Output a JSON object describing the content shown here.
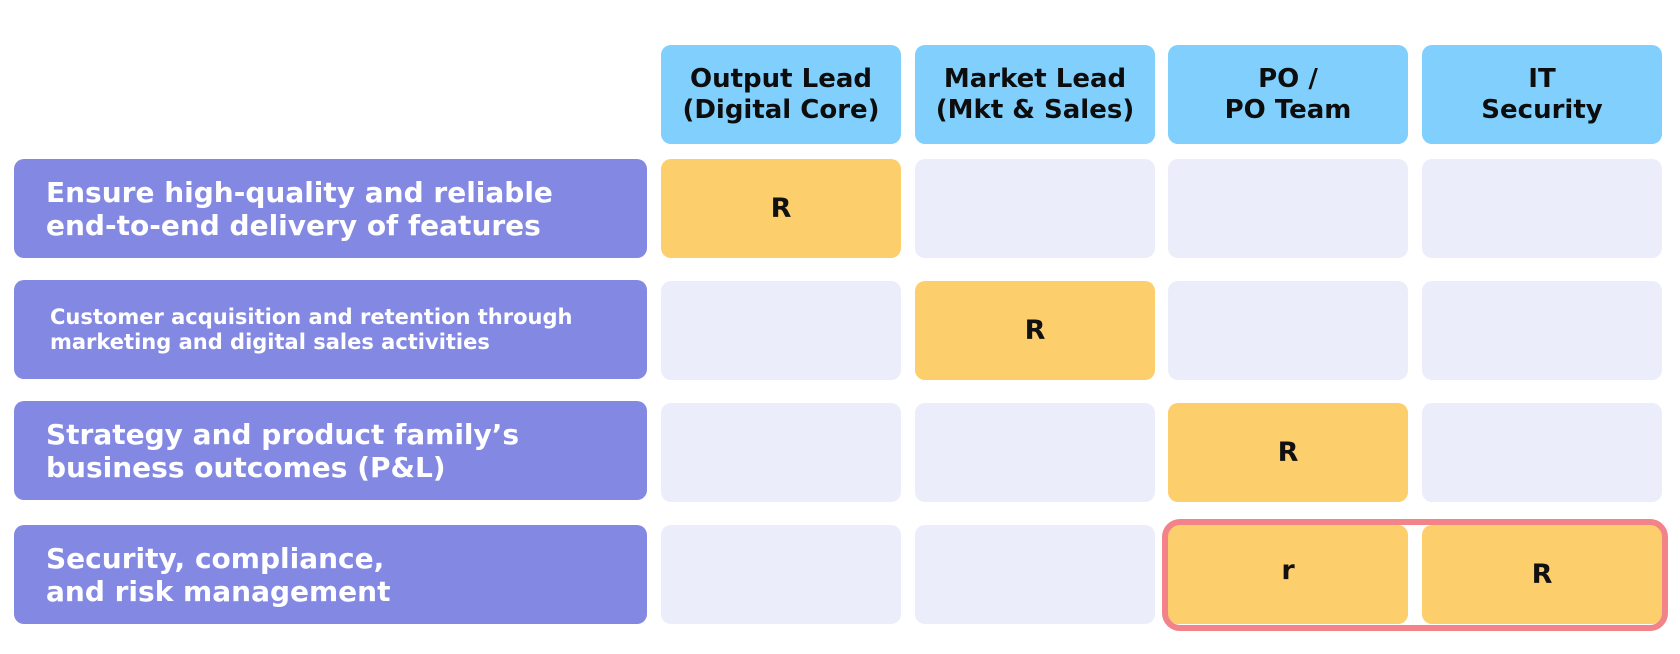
{
  "columns": [
    {
      "id": "output-lead",
      "label": "Output Lead\n(Digital Core)"
    },
    {
      "id": "market-lead",
      "label": "Market Lead\n(Mkt & Sales)"
    },
    {
      "id": "po-team",
      "label": "PO /\nPO Team"
    },
    {
      "id": "it-security",
      "label": "IT\nSecurity"
    }
  ],
  "rows": [
    {
      "label": "Ensure high-quality and reliable\nend-to-end delivery of features",
      "cells": [
        "R",
        "",
        "",
        ""
      ]
    },
    {
      "label": "Customer acquisition and retention through\nmarketing and digital sales activities",
      "cells": [
        "",
        "R",
        "",
        ""
      ]
    },
    {
      "label": "Strategy and product family’s\nbusiness outcomes (P&L)",
      "cells": [
        "",
        "",
        "R",
        ""
      ]
    },
    {
      "label": "Security, compliance,\nand risk management",
      "cells": [
        "",
        "",
        "r",
        "R"
      ]
    }
  ],
  "colors": {
    "header": "#80cffc",
    "row_label": "#8389e3",
    "empty_cell": "#ecedfa",
    "assigned_cell": "#fdce6c",
    "highlight_border": "#f28389"
  }
}
